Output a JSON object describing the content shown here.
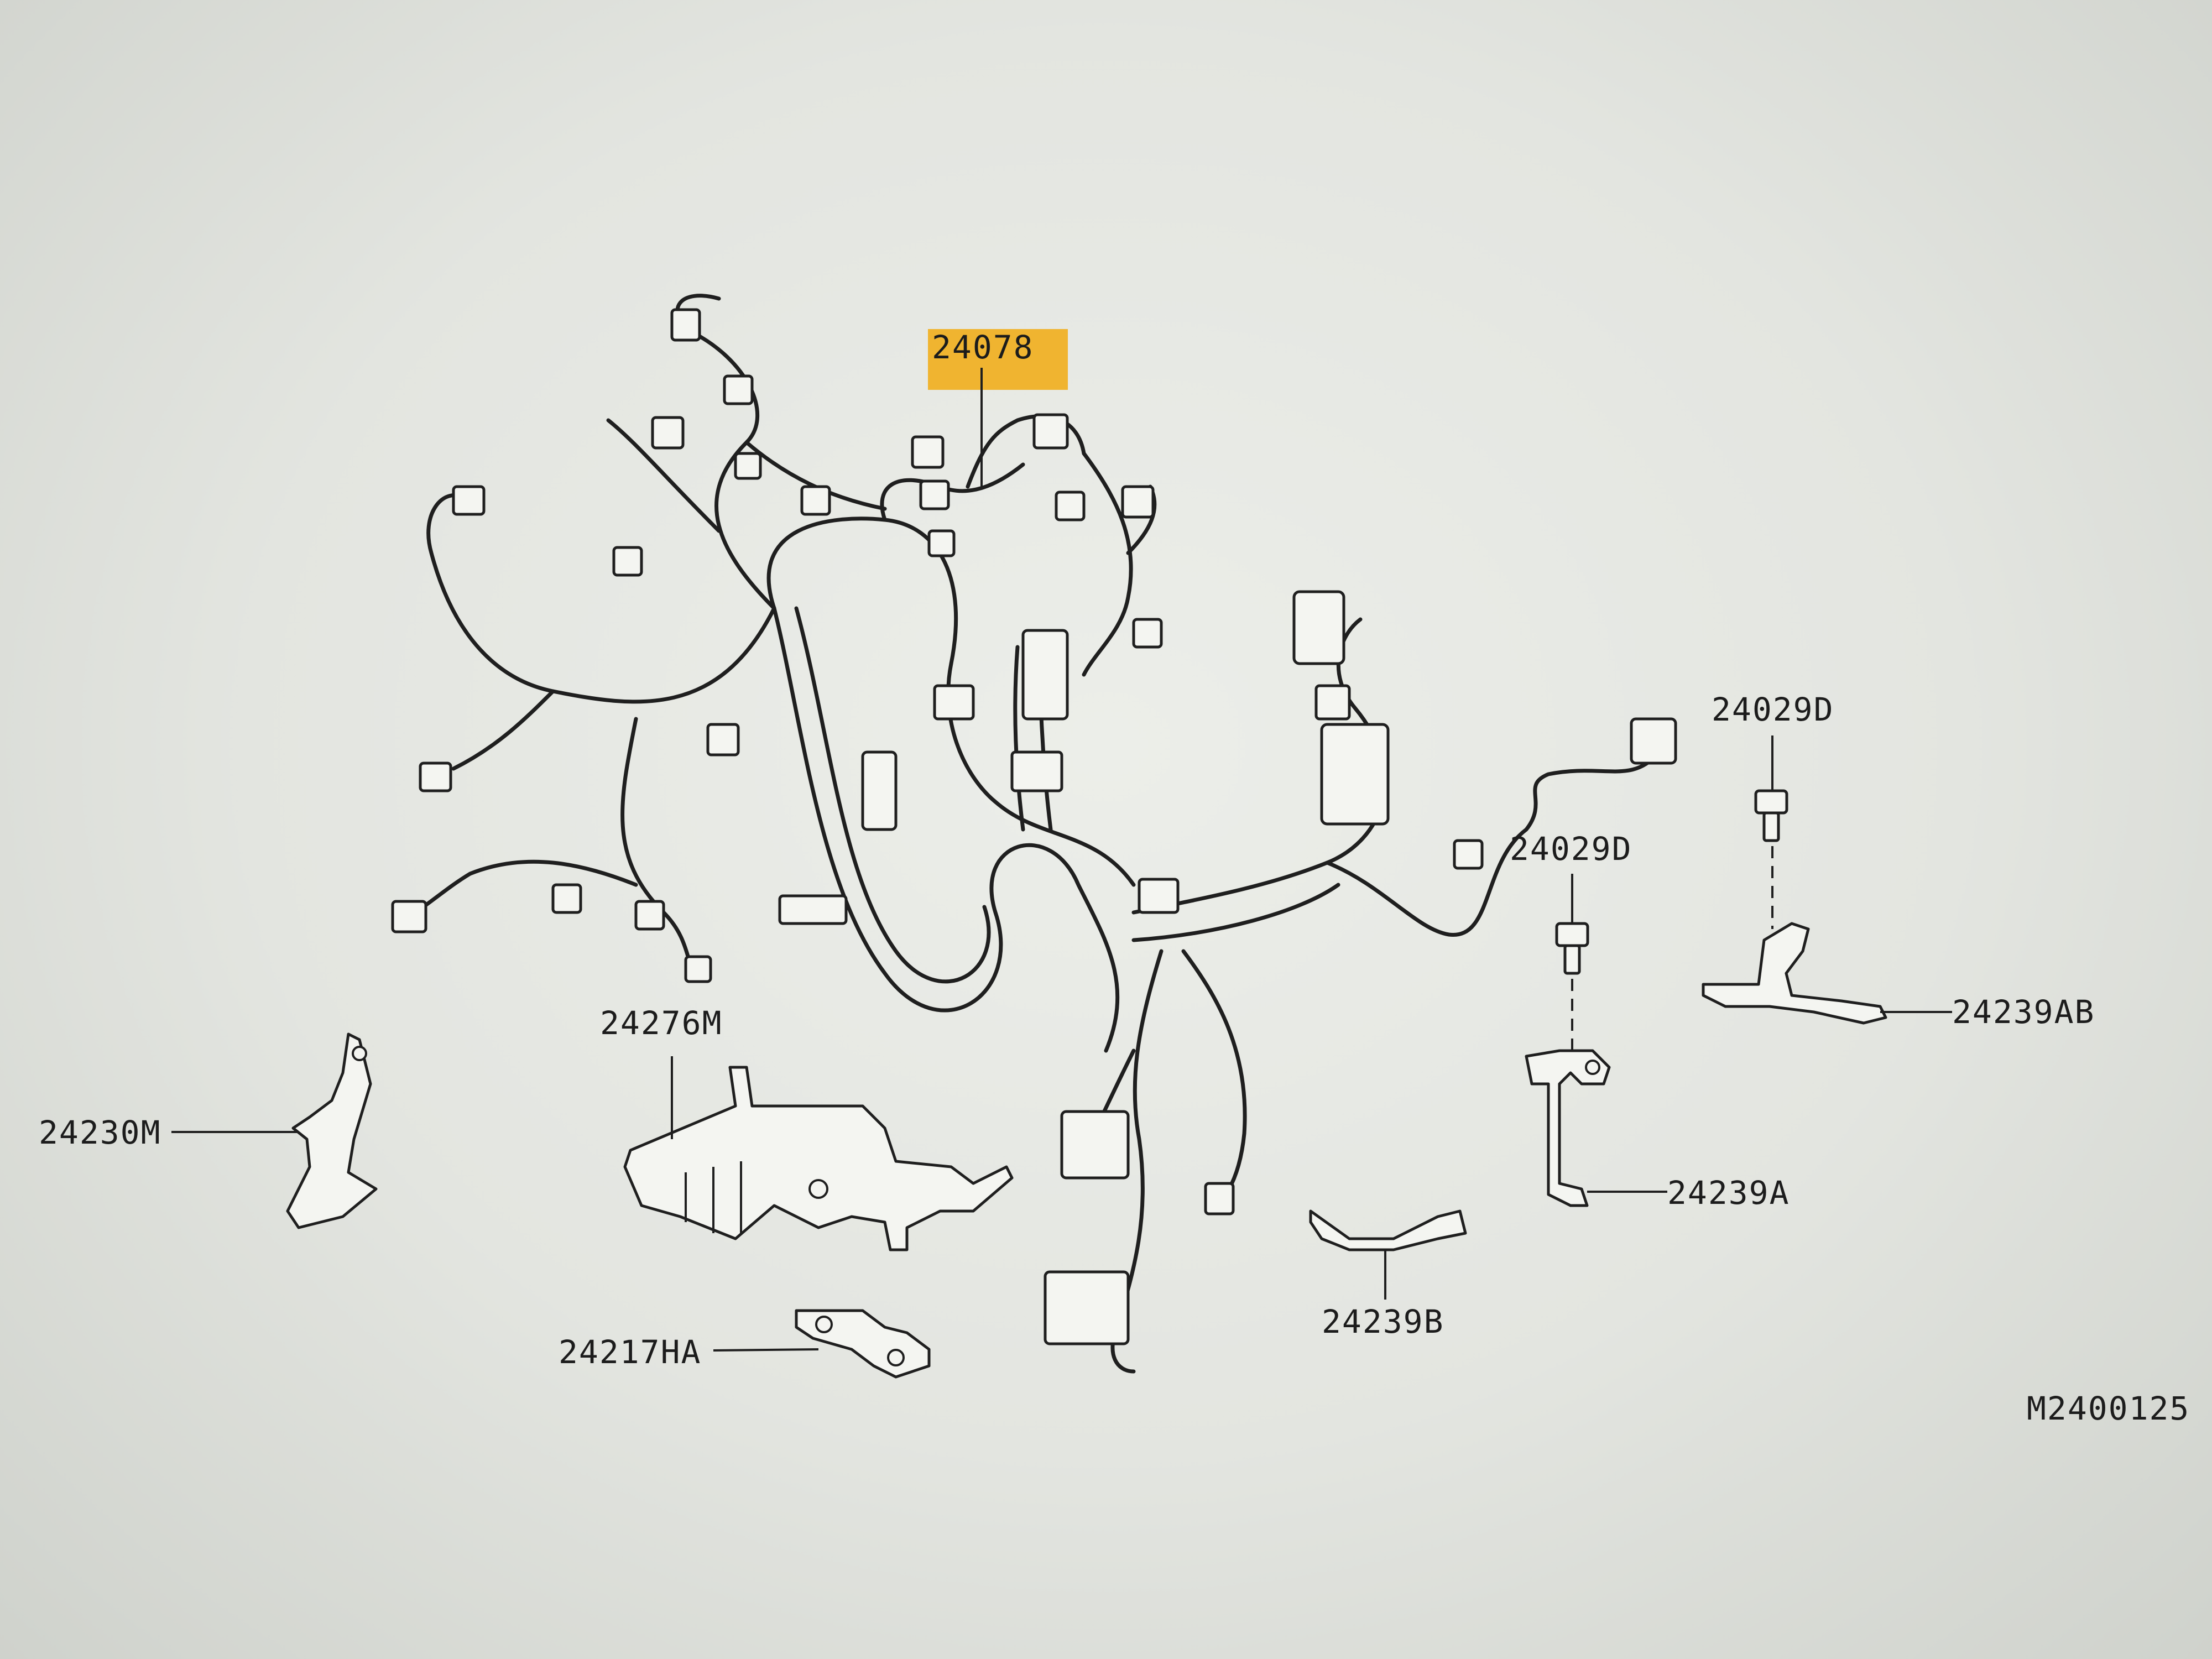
{
  "diagram": {
    "highlight_color": "#f0b430",
    "line_color": "#1f1f1f",
    "labels": {
      "harness": "24078",
      "clip_upper": "24029D",
      "clip_lower": "24029D",
      "bracket_ab": "24239AB",
      "bracket_a": "24239A",
      "bracket_b": "24239B",
      "bracket_m": "24230M",
      "protector": "24276M",
      "bracket_ha": "24217HA",
      "illustration_code": "M2400125"
    }
  }
}
